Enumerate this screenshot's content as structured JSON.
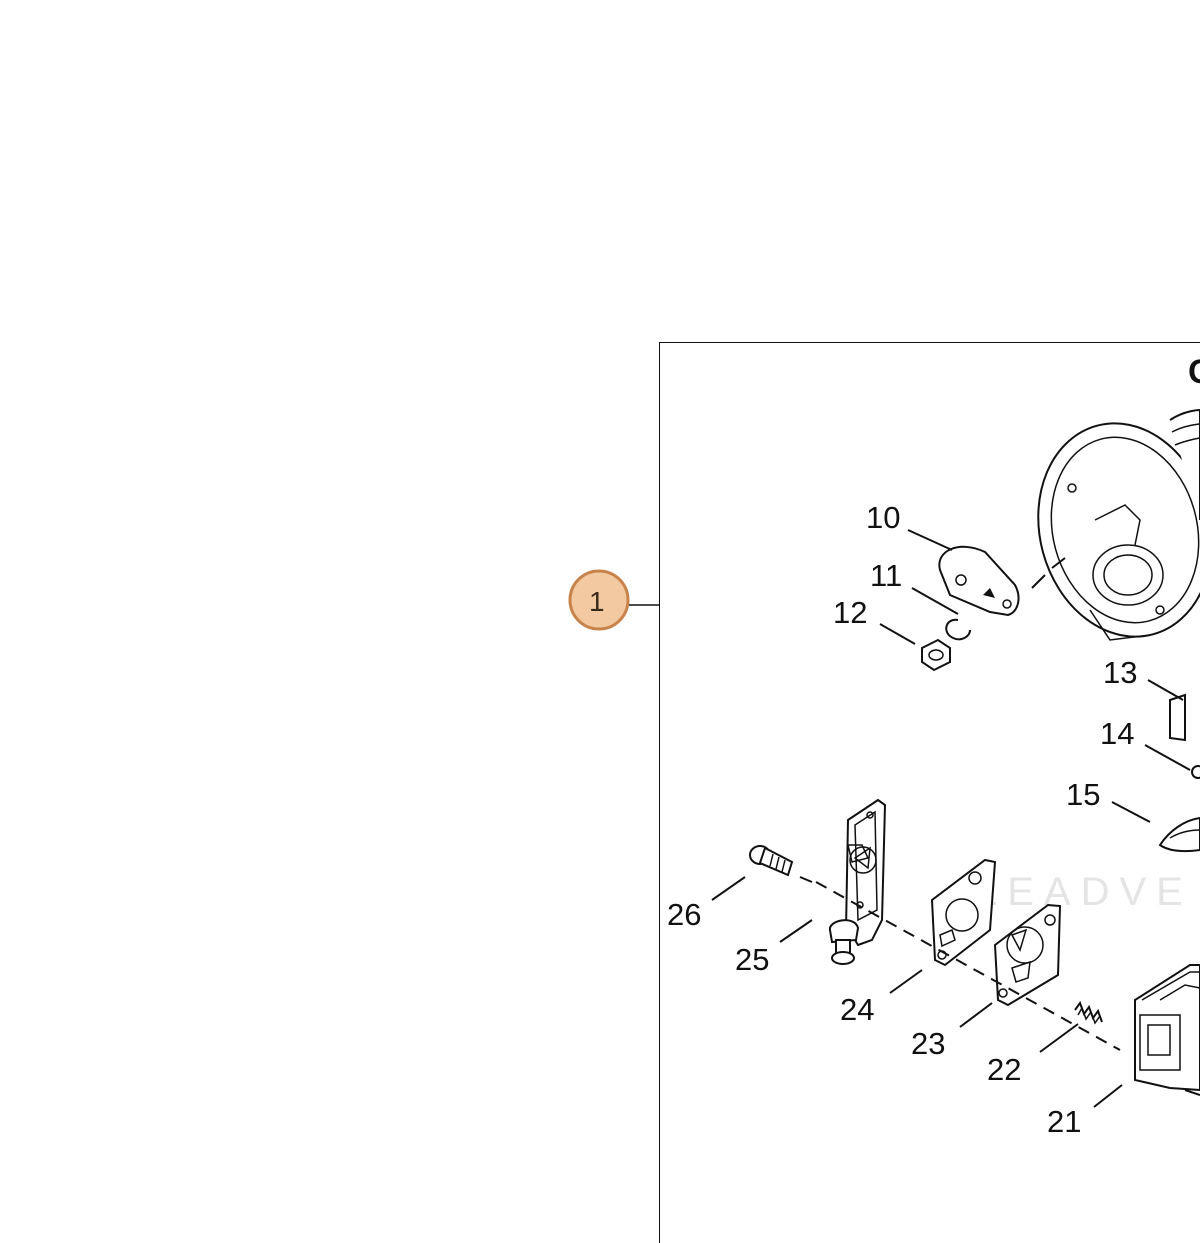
{
  "callout": {
    "number": "1",
    "fill": "#f3c9a2",
    "border": "#c8834b"
  },
  "header_fragment": "C",
  "watermark": "LEADVE",
  "labels": {
    "p10": "10",
    "p11": "11",
    "p12": "12",
    "p13": "13",
    "p14": "14",
    "p15": "15",
    "p21": "21",
    "p22": "22",
    "p23": "23",
    "p24": "24",
    "p25": "25",
    "p26": "26"
  }
}
